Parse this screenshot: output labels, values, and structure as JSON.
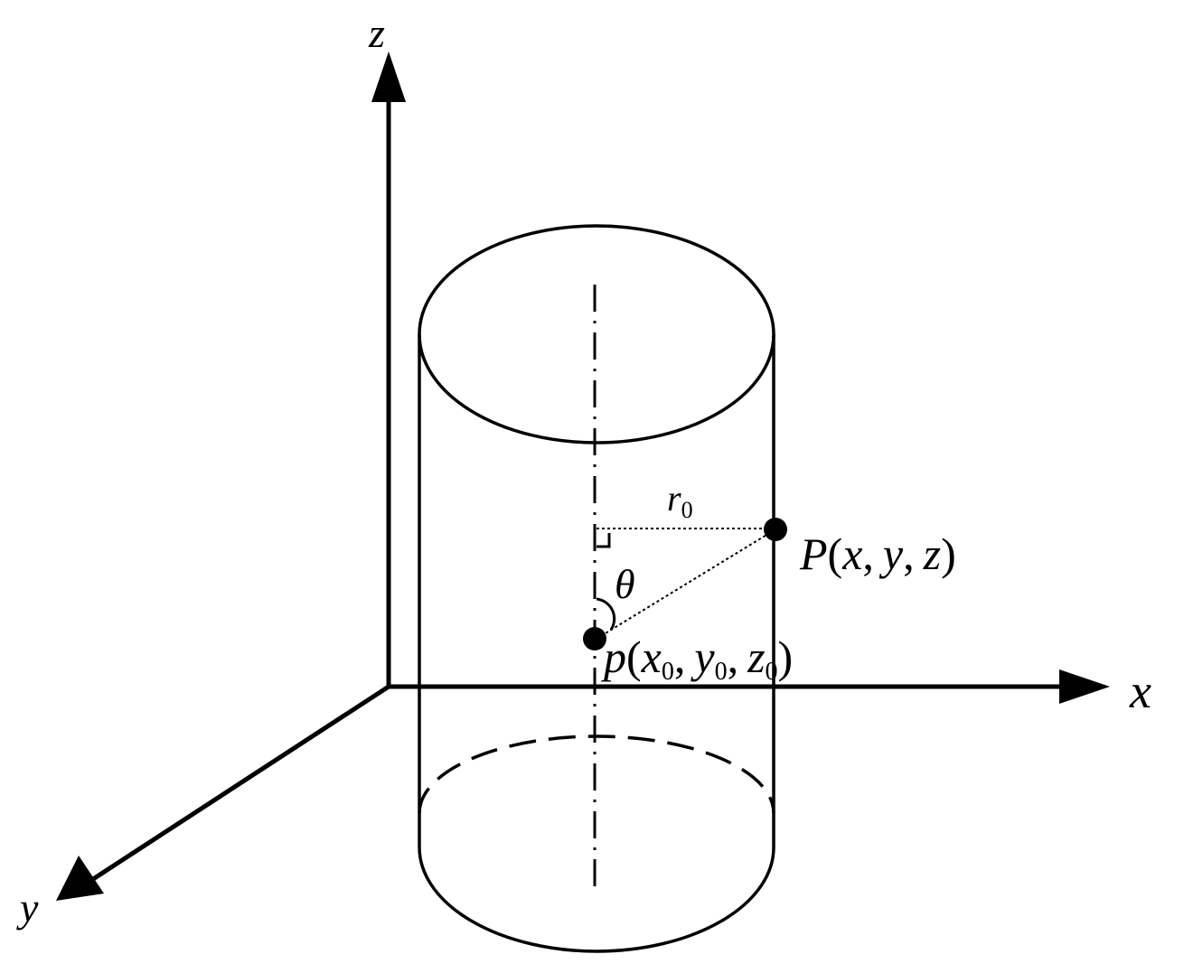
{
  "axes": {
    "z": "z",
    "x": "x",
    "y": "y"
  },
  "radius_label": {
    "main": "r",
    "sub": "0"
  },
  "angle_label": "θ",
  "point_P": {
    "name": "P",
    "open": "(",
    "x": "x",
    "y": "y",
    "z": "z",
    "sep": ",",
    "close": ")"
  },
  "point_p": {
    "name": "p",
    "open": "(",
    "x": "x",
    "y": "y",
    "z": "z",
    "sub": "0",
    "sep": ",",
    "close": ")"
  }
}
